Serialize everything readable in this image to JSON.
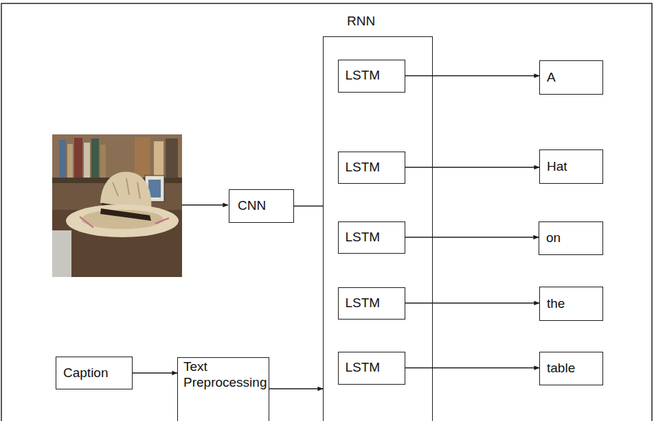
{
  "diagram": {
    "nodes": [
      {
        "text": [
          "RNN"
        ]
      },
      {
        "text": [
          "LSTM"
        ],
        "in": 0
      },
      {
        "text": [
          "LSTM"
        ],
        "in": 0
      },
      {
        "text": [
          "LSTM"
        ],
        "in": 0
      },
      {
        "text": [
          "LSTM"
        ],
        "in": 0
      },
      {
        "text": [
          "LSTM"
        ],
        "in": 0
      },
      {
        "text": [
          "A"
        ]
      },
      {
        "text": [
          "Hat"
        ]
      },
      {
        "text": [
          "on"
        ]
      },
      {
        "text": [
          "the"
        ]
      },
      {
        "text": [
          "table"
        ]
      },
      {
        "text": [
          "CNN"
        ]
      },
      {
        "text": [
          "Caption"
        ]
      },
      {
        "text": [
          "Text Preprocessing"
        ]
      }
    ],
    "edges": [
      {
        "from": 1,
        "to": 6,
        "arrow": "to"
      },
      {
        "from": 2,
        "to": 7,
        "arrow": "to"
      },
      {
        "from": 3,
        "to": 8,
        "arrow": "to"
      },
      {
        "from": 4,
        "to": 9,
        "arrow": "to"
      },
      {
        "from": 5,
        "to": 10,
        "arrow": "to"
      },
      {
        "from": 11,
        "to": 0,
        "arrow": "none"
      },
      {
        "from": 12,
        "to": 13,
        "arrow": "to"
      },
      {
        "from": 13,
        "to": 0,
        "arrow": "to"
      }
    ]
  }
}
